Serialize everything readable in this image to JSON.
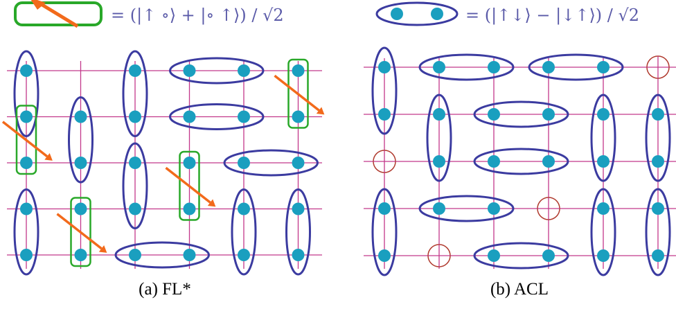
{
  "colors": {
    "grid_line": "#c2378a",
    "singlet_ring": "#3b3ba0",
    "holon_ring": "#29a829",
    "vacancy_ring": "#b03a2e",
    "arrow": "#f26a1b",
    "spin_site": "#1a9fbf"
  },
  "legend": {
    "holon_pair_formula": "= (|↑ ∘⟩ + |∘ ↑⟩) / √2",
    "singlet_formula": "= (|↑↓⟩ − |↓↑⟩) / √2"
  },
  "panels": [
    {
      "caption": "(a) FL*",
      "rows": 5,
      "cols": 6,
      "singlets": [
        [
          0,
          0,
          1,
          0
        ],
        [
          0,
          3,
          0,
          4
        ],
        [
          2,
          4,
          2,
          5
        ],
        [
          3,
          0,
          4,
          0
        ],
        [
          3,
          4,
          4,
          4
        ],
        [
          3,
          5,
          4,
          5
        ],
        [
          4,
          2,
          4,
          3
        ],
        [
          1,
          3,
          1,
          4
        ],
        [
          0,
          2,
          1,
          2
        ],
        [
          2,
          2,
          3,
          2
        ],
        [
          1,
          1,
          2,
          1
        ]
      ],
      "holon_pairs": [
        [
          0,
          5,
          1,
          5
        ],
        [
          1,
          0,
          2,
          0
        ],
        [
          2,
          3,
          3,
          3
        ],
        [
          3,
          1,
          4,
          1
        ]
      ],
      "arrows": [
        [
          0,
          5,
          1,
          5
        ],
        [
          1,
          0,
          2,
          0
        ],
        [
          2,
          3,
          3,
          3
        ],
        [
          3,
          1,
          4,
          1
        ]
      ]
    },
    {
      "caption": "(b) ACL",
      "rows": 5,
      "cols": 6,
      "singlets": [
        [
          0,
          0,
          1,
          0
        ],
        [
          0,
          1,
          0,
          2
        ],
        [
          0,
          3,
          0,
          4
        ],
        [
          1,
          1,
          2,
          1
        ],
        [
          1,
          2,
          1,
          3
        ],
        [
          1,
          4,
          2,
          4
        ],
        [
          1,
          5,
          2,
          5
        ],
        [
          2,
          2,
          2,
          3
        ],
        [
          3,
          0,
          4,
          0
        ],
        [
          3,
          1,
          3,
          2
        ],
        [
          3,
          4,
          4,
          4
        ],
        [
          3,
          5,
          4,
          5
        ],
        [
          4,
          2,
          4,
          3
        ]
      ],
      "vacancies": [
        [
          0,
          5
        ],
        [
          2,
          0
        ],
        [
          3,
          3
        ],
        [
          4,
          1
        ]
      ]
    }
  ]
}
